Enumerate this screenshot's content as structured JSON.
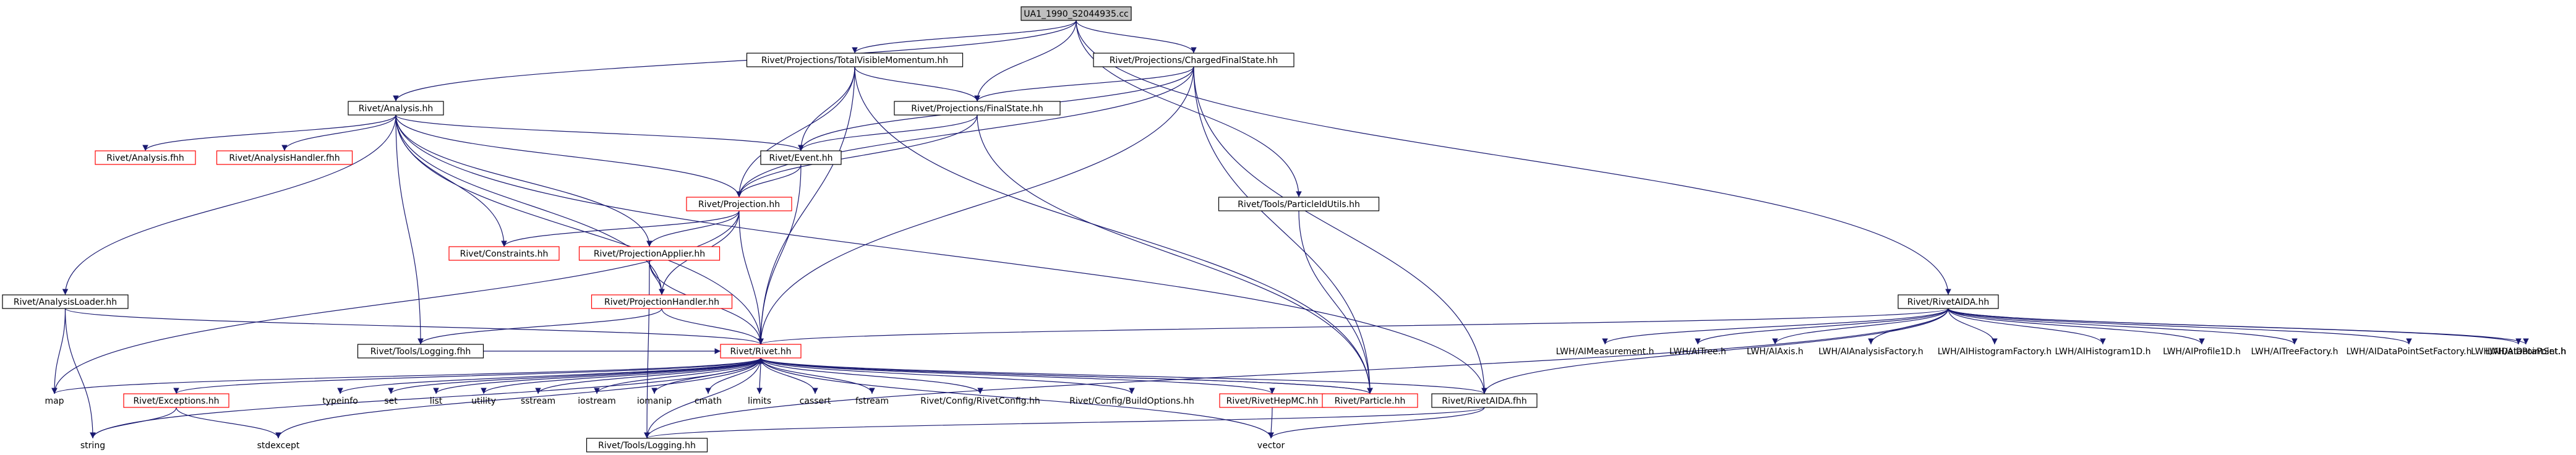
{
  "graph": {
    "nodes": [
      {
        "id": "root",
        "label": "UA1_1990_S2044935.cc",
        "style": "root"
      },
      {
        "id": "tvm",
        "label": "Rivet/Projections/TotalVisibleMomentum.hh",
        "style": "black"
      },
      {
        "id": "cfs",
        "label": "Rivet/Projections/ChargedFinalState.hh",
        "style": "black"
      },
      {
        "id": "analysis",
        "label": "Rivet/Analysis.hh",
        "style": "black"
      },
      {
        "id": "fs",
        "label": "Rivet/Projections/FinalState.hh",
        "style": "black"
      },
      {
        "id": "analysisfhh",
        "label": "Rivet/Analysis.fhh",
        "style": "red"
      },
      {
        "id": "ahfhh",
        "label": "Rivet/AnalysisHandler.fhh",
        "style": "red"
      },
      {
        "id": "event",
        "label": "Rivet/Event.hh",
        "style": "black"
      },
      {
        "id": "proj",
        "label": "Rivet/Projection.hh",
        "style": "red"
      },
      {
        "id": "putils",
        "label": "Rivet/Tools/ParticleIdUtils.hh",
        "style": "black"
      },
      {
        "id": "constraints",
        "label": "Rivet/Constraints.hh",
        "style": "red"
      },
      {
        "id": "projapp",
        "label": "Rivet/ProjectionApplier.hh",
        "style": "red"
      },
      {
        "id": "projhandler",
        "label": "Rivet/ProjectionHandler.hh",
        "style": "red"
      },
      {
        "id": "aloader",
        "label": "Rivet/AnalysisLoader.hh",
        "style": "black"
      },
      {
        "id": "loggingfhh",
        "label": "Rivet/Tools/Logging.fhh",
        "style": "black"
      },
      {
        "id": "rivethh",
        "label": "Rivet/Rivet.hh",
        "style": "red"
      },
      {
        "id": "raida",
        "label": "Rivet/RivetAIDA.hh",
        "style": "black"
      },
      {
        "id": "aidameas",
        "label": "LWH/AIMeasurement.h",
        "style": "plain"
      },
      {
        "id": "aidatree",
        "label": "LWH/AITree.h",
        "style": "plain"
      },
      {
        "id": "aidaaxis",
        "label": "LWH/AIAxis.h",
        "style": "plain"
      },
      {
        "id": "aidaaf",
        "label": "LWH/AIAnalysisFactory.h",
        "style": "plain"
      },
      {
        "id": "aidahf",
        "label": "LWH/AIHistogramFactory.h",
        "style": "plain"
      },
      {
        "id": "aidah1",
        "label": "LWH/AIHistogram1D.h",
        "style": "plain"
      },
      {
        "id": "aidap1",
        "label": "LWH/AIProfile1D.h",
        "style": "plain"
      },
      {
        "id": "aidatf",
        "label": "LWH/AITreeFactory.h",
        "style": "plain"
      },
      {
        "id": "aidadpsf",
        "label": "LWH/AIDataPointSetFactory.h",
        "style": "plain"
      },
      {
        "id": "aidadps",
        "label": "LWH/AIDataPointSet.h",
        "style": "plain"
      },
      {
        "id": "aidadp",
        "label": "LWH/AIDataPoint.h",
        "style": "plain"
      },
      {
        "id": "map",
        "label": "map",
        "style": "plain"
      },
      {
        "id": "exceptions",
        "label": "Rivet/Exceptions.hh",
        "style": "red"
      },
      {
        "id": "typeinfo",
        "label": "typeinfo",
        "style": "plain"
      },
      {
        "id": "set",
        "label": "set",
        "style": "plain"
      },
      {
        "id": "list",
        "label": "list",
        "style": "plain"
      },
      {
        "id": "utility",
        "label": "utility",
        "style": "plain"
      },
      {
        "id": "sstream",
        "label": "sstream",
        "style": "plain"
      },
      {
        "id": "iostream",
        "label": "iostream",
        "style": "plain"
      },
      {
        "id": "iomanip",
        "label": "iomanip",
        "style": "plain"
      },
      {
        "id": "cmath",
        "label": "cmath",
        "style": "plain"
      },
      {
        "id": "limits",
        "label": "limits",
        "style": "plain"
      },
      {
        "id": "cassert",
        "label": "cassert",
        "style": "plain"
      },
      {
        "id": "fstream",
        "label": "fstream",
        "style": "plain"
      },
      {
        "id": "rivetconfig",
        "label": "Rivet/Config/RivetConfig.hh",
        "style": "plain"
      },
      {
        "id": "buildopts",
        "label": "Rivet/Config/BuildOptions.hh",
        "style": "plain"
      },
      {
        "id": "hepmc",
        "label": "Rivet/RivetHepMC.hh",
        "style": "red"
      },
      {
        "id": "particle",
        "label": "Rivet/Particle.hh",
        "style": "red"
      },
      {
        "id": "raidafhh",
        "label": "Rivet/RivetAIDA.fhh",
        "style": "black"
      },
      {
        "id": "string",
        "label": "string",
        "style": "plain"
      },
      {
        "id": "stdexcept",
        "label": "stdexcept",
        "style": "plain"
      },
      {
        "id": "logginghh",
        "label": "Rivet/Tools/Logging.hh",
        "style": "black"
      },
      {
        "id": "vector",
        "label": "vector",
        "style": "plain"
      }
    ]
  }
}
